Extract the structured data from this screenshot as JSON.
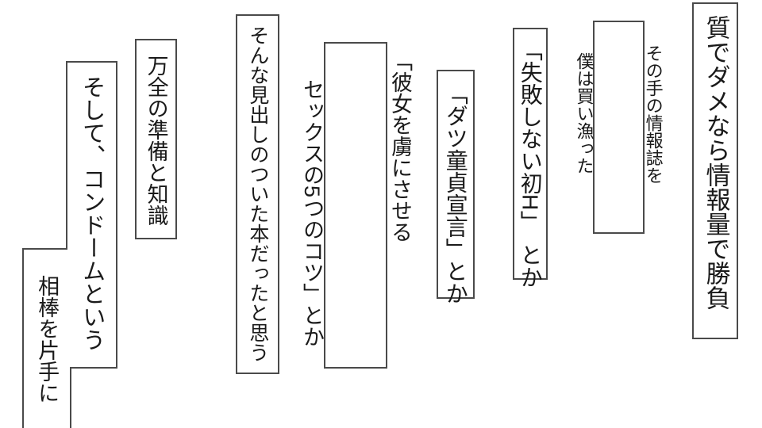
{
  "page": {
    "background_color": "#ffffff",
    "border_color": "#4a4a4a",
    "text_color": "#1a1a1a"
  },
  "captions": [
    {
      "id": "quality-vs-quantity",
      "lines": [
        "質でダメなら情報量で勝負"
      ]
    },
    {
      "id": "info-magazines",
      "lines": [
        "その手の情報誌を",
        "僕は買い漁った"
      ]
    },
    {
      "id": "first-h",
      "lines": [
        "「失敗しない初H」　とか"
      ]
    },
    {
      "id": "virginity-declaration",
      "lines": [
        "「ダツ童貞宣言」とか"
      ]
    },
    {
      "id": "sex-tips-book",
      "lines": [
        "「彼女を虜にさせる",
        "セックスの5つのコツ」とか"
      ]
    },
    {
      "id": "book-headline",
      "lines": [
        "そんな見出しのついた本だったと思う"
      ]
    },
    {
      "id": "preparation-knowledge",
      "lines": [
        "万全の準備と知識"
      ]
    },
    {
      "id": "condom",
      "lines": [
        "そして、コンドームという"
      ]
    },
    {
      "id": "partner-in-hand",
      "lines": [
        "相棒を片手に"
      ]
    }
  ]
}
